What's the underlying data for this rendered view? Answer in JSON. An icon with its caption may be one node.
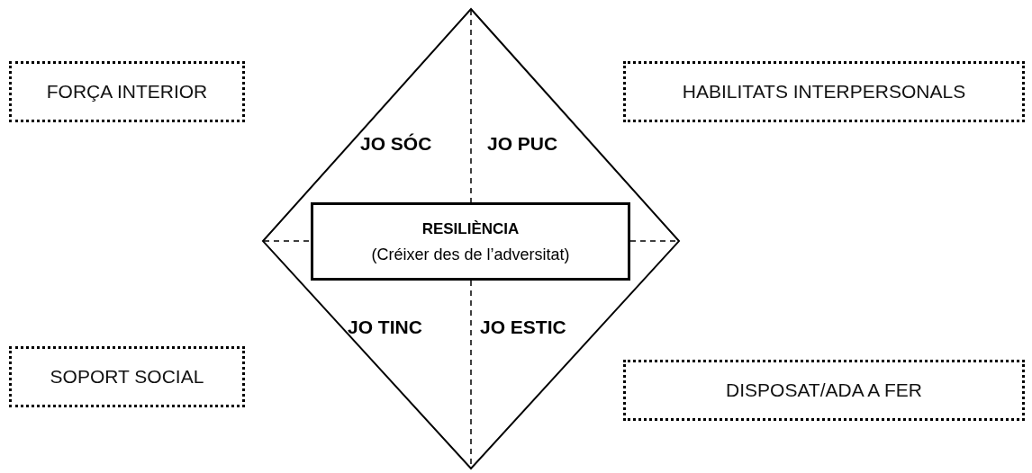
{
  "diagram": {
    "nodes": [
      {
        "text": [
          "FORÇA INTERIOR"
        ]
      },
      {
        "text": [
          "HABILITATS INTERPERSONALS"
        ]
      },
      {
        "text": [],
        "shape": "diamond"
      },
      {
        "text": [
          "RESILIÈNCIA",
          "(Créixer des de l’adversitat)"
        ],
        "in": 2
      },
      {
        "text": [
          "SOPORT SOCIAL"
        ]
      },
      {
        "text": [
          "DISPOSAT/ADA A FER"
        ]
      }
    ],
    "labels": [
      "JO SÓC",
      "JO PUC",
      "JO TINC",
      "JO ESTIC"
    ]
  }
}
